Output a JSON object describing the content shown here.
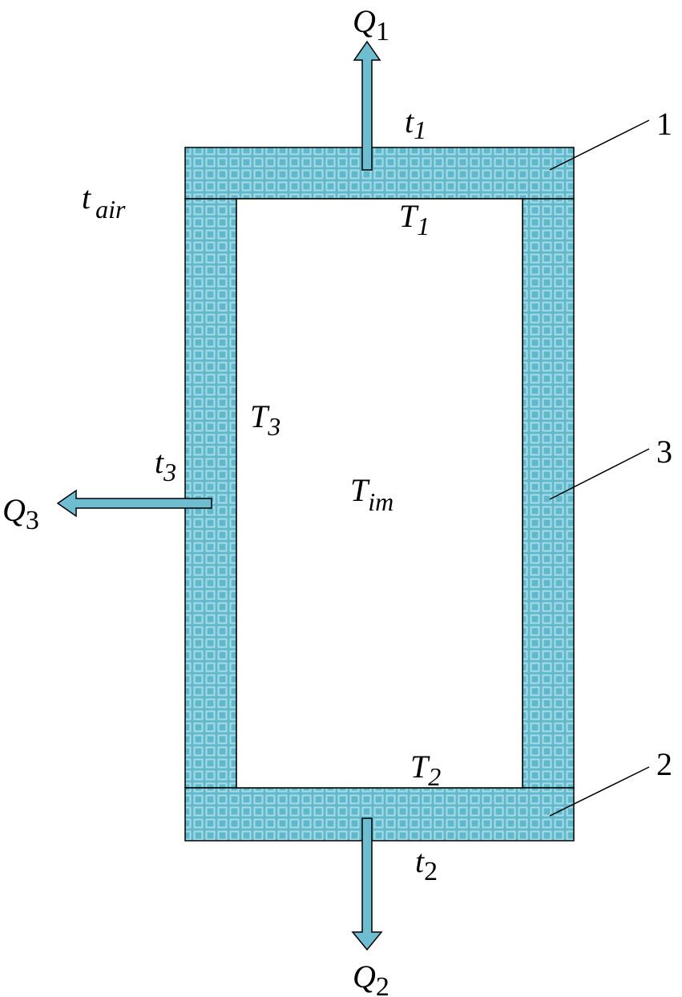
{
  "colors": {
    "wall_fill": "#5fb8cb",
    "grid_line": "#a9dbe6",
    "arrow_fill": "#6ebdd0",
    "outline": "#000000",
    "background": "#ffffff"
  },
  "labels": {
    "Q1": {
      "main": "Q",
      "sub": "1"
    },
    "Q2": {
      "main": "Q",
      "sub": "2"
    },
    "Q3": {
      "main": "Q",
      "sub": "3"
    },
    "t1": {
      "main": "t",
      "sub": "1"
    },
    "t2": {
      "main": "t",
      "sub": "2"
    },
    "t3": {
      "main": "t",
      "sub": "3"
    },
    "tair": {
      "main": "t",
      "sub": "air"
    },
    "T1": {
      "main": "T",
      "sub": "1"
    },
    "T2": {
      "main": "T",
      "sub": "2"
    },
    "T3": {
      "main": "T",
      "sub": "3"
    },
    "Tim": {
      "main": "T",
      "sub": "im"
    }
  },
  "callouts": {
    "wall_top": "1",
    "wall_bottom": "2",
    "wall_side": "3"
  }
}
